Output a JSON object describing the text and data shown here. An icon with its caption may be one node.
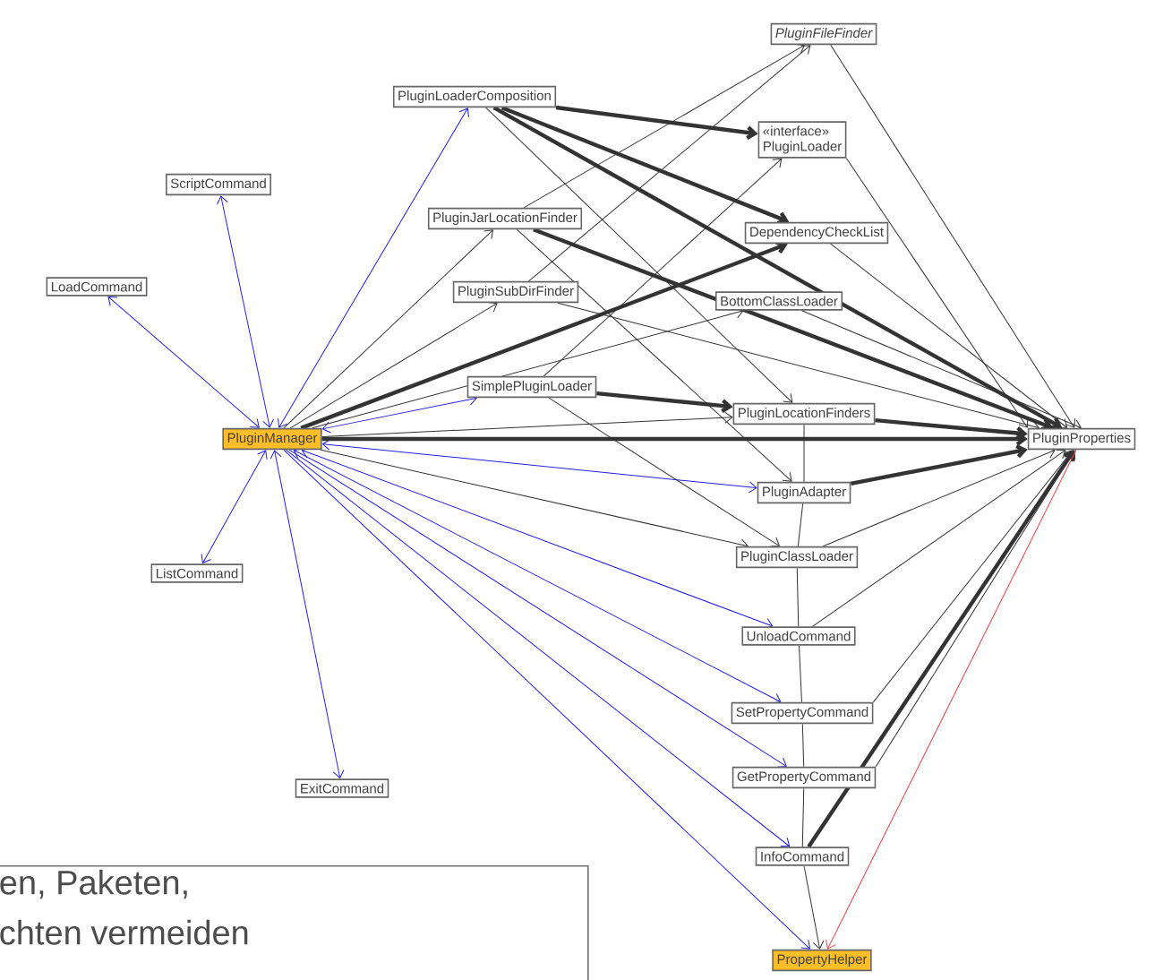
{
  "diagram": {
    "nodes": [
      {
        "text": [
          "PluginLoaderComposition"
        ]
      },
      {
        "text": [
          "PluginFileFinder"
        ]
      },
      {
        "text": [
          "ScriptCommand"
        ]
      },
      {
        "text": [
          "«interface»",
          "PluginLoader"
        ]
      },
      {
        "text": [
          "PluginJarLocationFinder"
        ]
      },
      {
        "text": [
          "DependencyCheckList"
        ]
      },
      {
        "text": [
          "LoadCommand"
        ]
      },
      {
        "text": [
          "PluginSubDirFinder"
        ]
      },
      {
        "text": [
          "BottomClassLoader"
        ]
      },
      {
        "text": [
          "SimplePluginLoader"
        ]
      },
      {
        "text": [
          "PluginLocationFinders"
        ]
      },
      {
        "text": [
          "PluginManager"
        ]
      },
      {
        "text": [
          "PluginProperties"
        ]
      },
      {
        "text": [
          "PluginAdapter"
        ]
      },
      {
        "text": [
          "PluginClassLoader"
        ]
      },
      {
        "text": [
          "ListCommand"
        ]
      },
      {
        "text": [
          "UnloadCommand"
        ]
      },
      {
        "text": [
          "SetPropertyCommand"
        ]
      },
      {
        "text": [
          "GetPropertyCommand"
        ]
      },
      {
        "text": [
          "ExitCommand"
        ]
      },
      {
        "text": [
          "InfoCommand"
        ]
      },
      {
        "text": [
          "PropertyHelper"
        ]
      },
      {
        "text": [
          "en, Paketen, chten vermeiden"
        ]
      }
    ],
    "edges": [
      {
        "from": 11,
        "to": 0,
        "arrow": "both",
        "color": "#2020e0"
      },
      {
        "from": 11,
        "to": 2,
        "arrow": "both",
        "color": "#2020e0"
      },
      {
        "from": 11,
        "to": 6,
        "arrow": "both",
        "color": "#2020e0"
      },
      {
        "from": 11,
        "to": 15,
        "arrow": "both",
        "color": "#2020e0"
      },
      {
        "from": 11,
        "to": 19,
        "arrow": "both",
        "color": "#2020e0"
      },
      {
        "from": 11,
        "to": 9,
        "arrow": "both",
        "color": "#2020e0"
      },
      {
        "from": 11,
        "to": 13,
        "arrow": "both",
        "color": "#2020e0"
      },
      {
        "from": 11,
        "to": 16,
        "arrow": "both",
        "color": "#2020e0"
      },
      {
        "from": 11,
        "to": 17,
        "arrow": "both",
        "color": "#2020e0"
      },
      {
        "from": 11,
        "to": 18,
        "arrow": "to",
        "color": "#2020e0"
      },
      {
        "from": 11,
        "to": 20,
        "arrow": "to",
        "color": "#2020e0"
      },
      {
        "from": 11,
        "to": 21,
        "arrow": "to",
        "color": "#2020e0"
      },
      {
        "from": 11,
        "to": 12,
        "arrow": "to",
        "style": "thick"
      },
      {
        "from": 11,
        "to": 4,
        "arrow": "to"
      },
      {
        "from": 11,
        "to": 7,
        "arrow": "to"
      },
      {
        "from": 11,
        "to": 5,
        "arrow": "to",
        "style": "thick"
      },
      {
        "from": 7,
        "to": 1,
        "arrow": "to"
      },
      {
        "from": 9,
        "to": 3,
        "arrow": "to"
      },
      {
        "from": 11,
        "to": 8,
        "arrow": "to"
      },
      {
        "from": 11,
        "to": 10,
        "arrow": "to"
      },
      {
        "from": 11,
        "to": 14,
        "arrow": "to"
      },
      {
        "from": 0,
        "to": 3,
        "arrow": "to",
        "style": "thick"
      },
      {
        "from": 0,
        "to": 5,
        "arrow": "to",
        "style": "thick"
      },
      {
        "from": 0,
        "to": 12,
        "arrow": "to",
        "style": "thick"
      },
      {
        "from": 0,
        "to": 10,
        "arrow": "to"
      },
      {
        "from": 4,
        "to": 12,
        "arrow": "to",
        "style": "thick"
      },
      {
        "from": 4,
        "to": 13,
        "arrow": "to"
      },
      {
        "from": 7,
        "to": 12,
        "arrow": "to"
      },
      {
        "from": 9,
        "to": 10,
        "arrow": "to",
        "style": "thick"
      },
      {
        "from": 9,
        "to": 14,
        "arrow": "to"
      },
      {
        "from": 1,
        "to": 12,
        "arrow": "to"
      },
      {
        "from": 3,
        "to": 12,
        "arrow": "to"
      },
      {
        "from": 5,
        "to": 12,
        "arrow": "to"
      },
      {
        "from": 8,
        "to": 12,
        "arrow": "to"
      },
      {
        "from": 10,
        "to": 12,
        "arrow": "to",
        "style": "thick"
      },
      {
        "from": 13,
        "to": 12,
        "arrow": "to",
        "style": "thick"
      },
      {
        "from": 14,
        "to": 12,
        "arrow": "to"
      },
      {
        "from": 16,
        "to": 12,
        "arrow": "to"
      },
      {
        "from": 17,
        "to": 12,
        "arrow": "to"
      },
      {
        "from": 18,
        "to": 12,
        "arrow": "to"
      },
      {
        "from": 20,
        "to": 12,
        "arrow": "to",
        "style": "thick"
      },
      {
        "from": 12,
        "to": 21,
        "arrow": "to",
        "color": "#f04040"
      },
      {
        "from": 10,
        "to": 13,
        "arrow": "none"
      },
      {
        "from": 13,
        "to": 14,
        "arrow": "none"
      },
      {
        "from": 14,
        "to": 16,
        "arrow": "none"
      },
      {
        "from": 16,
        "to": 17,
        "arrow": "none"
      },
      {
        "from": 17,
        "to": 18,
        "arrow": "none"
      },
      {
        "from": 18,
        "to": 20,
        "arrow": "none"
      },
      {
        "from": 20,
        "to": 21,
        "arrow": "to"
      },
      {
        "from": 4,
        "to": 1,
        "arrow": "to"
      }
    ]
  }
}
